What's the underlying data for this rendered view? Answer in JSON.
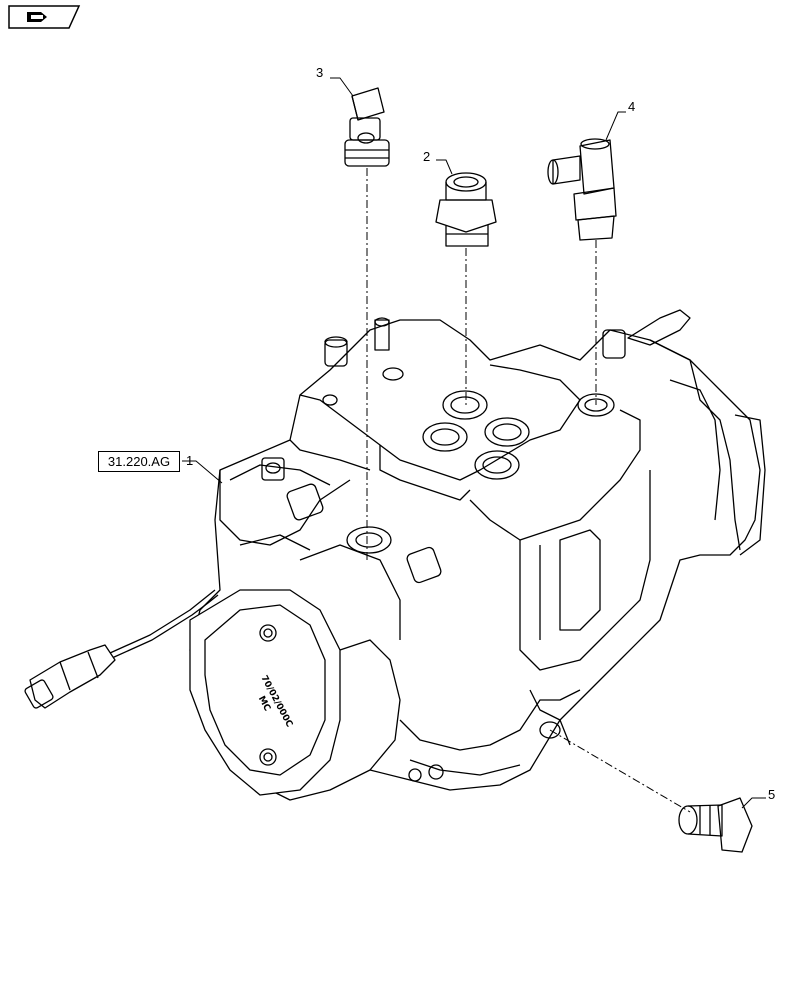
{
  "nav": {
    "icon": "book-arrow-icon"
  },
  "reference": {
    "label": "31.220.AG"
  },
  "callouts": {
    "c1": "1",
    "c2": "2",
    "c3": "3",
    "c4": "4",
    "c5": "5"
  },
  "pump_markings": {
    "line1": "70/02/000C",
    "line2": "MC"
  }
}
